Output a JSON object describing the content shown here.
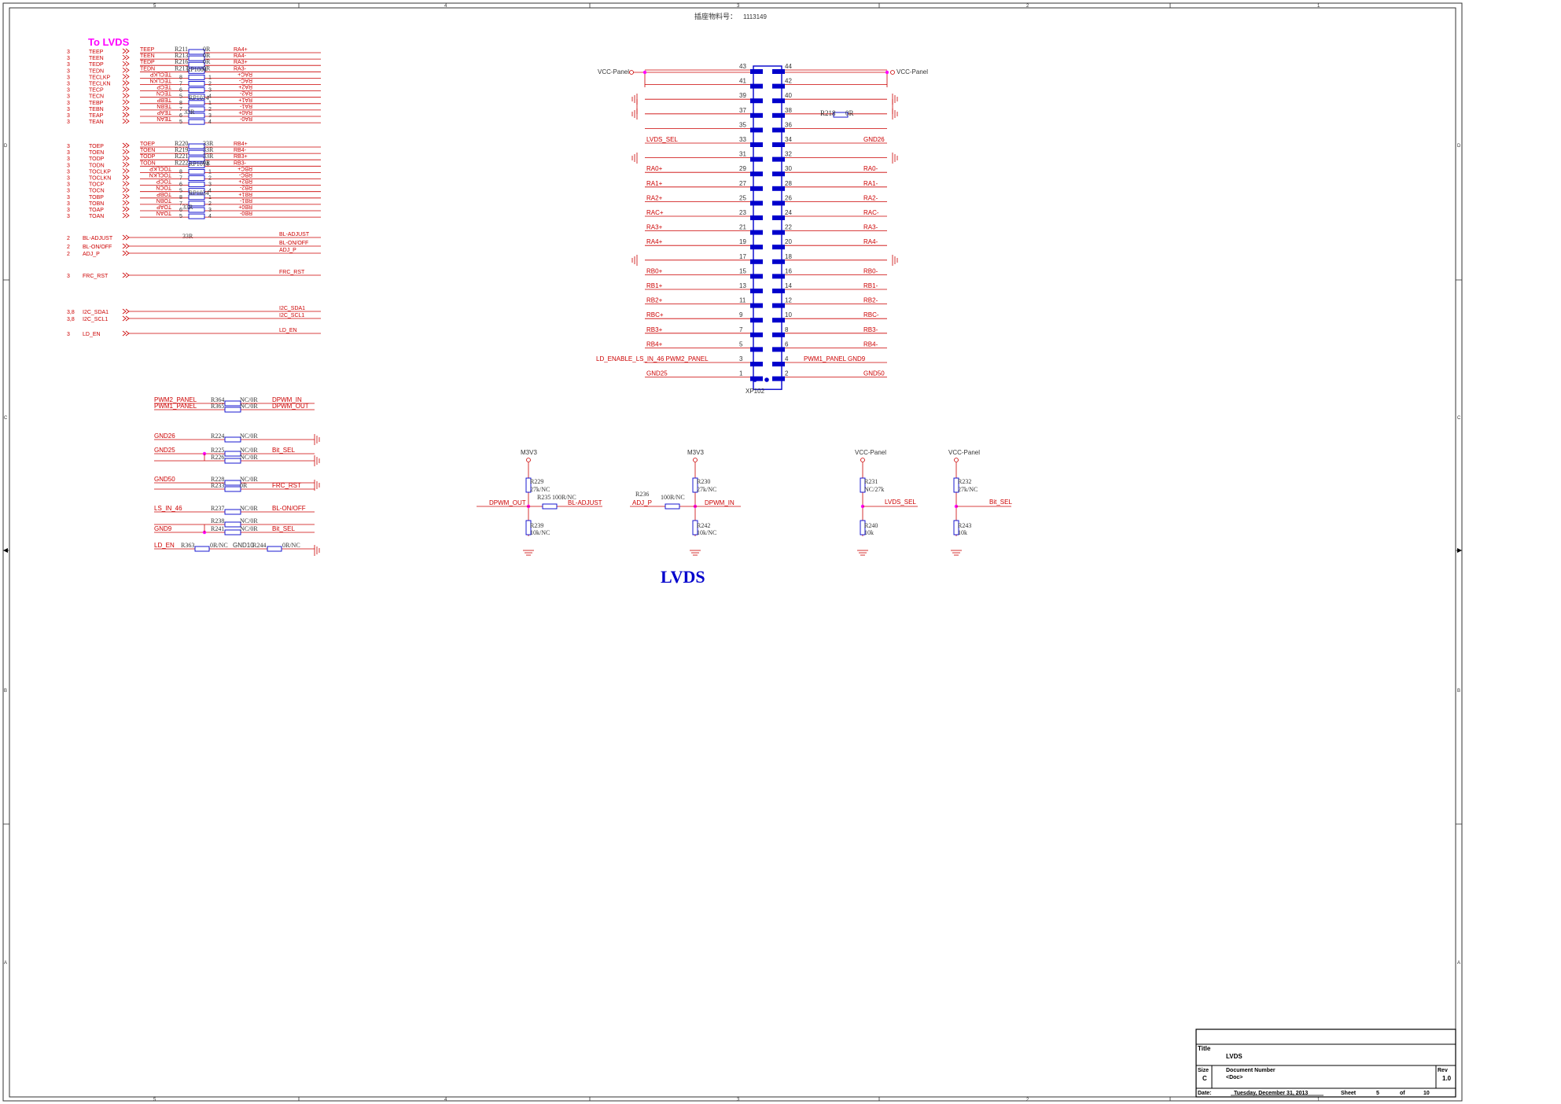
{
  "header": {
    "part_number_label": "插座物料号：",
    "part_number_value": "1113149"
  },
  "border": {
    "cols": [
      "5",
      "4",
      "3",
      "2",
      "1"
    ],
    "rows": [
      "D",
      "C",
      "B",
      "A"
    ]
  },
  "left_block": {
    "title": "To LVDS",
    "rows_a": [
      {
        "ref": "3",
        "net": "TEEP"
      },
      {
        "ref": "3",
        "net": "TEEN"
      },
      {
        "ref": "3",
        "net": "TEDP"
      },
      {
        "ref": "3",
        "net": "TEDN"
      },
      {
        "ref": "3",
        "net": "TECLKP"
      },
      {
        "ref": "3",
        "net": "TECLKN"
      },
      {
        "ref": "3",
        "net": "TECP"
      },
      {
        "ref": "3",
        "net": "TECN"
      },
      {
        "ref": "3",
        "net": "TEBP"
      },
      {
        "ref": "3",
        "net": "TEBN"
      },
      {
        "ref": "3",
        "net": "TEAP"
      },
      {
        "ref": "3",
        "net": "TEAN"
      }
    ],
    "rows_b": [
      {
        "ref": "3",
        "net": "TOEP"
      },
      {
        "ref": "3",
        "net": "TOEN"
      },
      {
        "ref": "3",
        "net": "TODP"
      },
      {
        "ref": "3",
        "net": "TODN"
      },
      {
        "ref": "3",
        "net": "TOCLKP"
      },
      {
        "ref": "3",
        "net": "TOCLKN"
      },
      {
        "ref": "3",
        "net": "TOCP"
      },
      {
        "ref": "3",
        "net": "TOCN"
      },
      {
        "ref": "3",
        "net": "TOBP"
      },
      {
        "ref": "3",
        "net": "TOBN"
      },
      {
        "ref": "3",
        "net": "TOAP"
      },
      {
        "ref": "3",
        "net": "TOAN"
      }
    ],
    "res_a": [
      {
        "net": "TEEP",
        "ref": "R211",
        "val": "0R",
        "out": "RA4+"
      },
      {
        "net": "TEEN",
        "ref": "R213",
        "val": "0R",
        "out": "RA4-"
      },
      {
        "net": "TEDP",
        "ref": "R216",
        "val": "0R",
        "out": "RA3+"
      },
      {
        "net": "TEDN",
        "ref": "R217",
        "val": "0R",
        "out": "RA3-"
      }
    ],
    "rp_a": {
      "ref": "RP1004",
      "mid": "RP1014",
      "val": "33R"
    },
    "res_b": [
      {
        "net": "TOEP",
        "ref": "R220",
        "val": "33R",
        "out": "RB4+"
      },
      {
        "net": "TOEN",
        "ref": "R219",
        "val": "33R",
        "out": "RB4-"
      },
      {
        "net": "TODP",
        "ref": "R221",
        "val": "33R",
        "out": "RB3+"
      },
      {
        "net": "TODN",
        "ref": "R222",
        "val": "0R",
        "out": "RB3-"
      }
    ],
    "rp_b": {
      "ref": "RP1014",
      "mid": "RP1034"
    },
    "flipped_a": [
      "TECLKP",
      "TECLKN",
      "TECP",
      "TECN",
      "TEBP",
      "TEBN",
      "TEAP",
      "TEAN"
    ],
    "flipped_out_a": [
      "RAC+",
      "RAC-",
      "RA2+",
      "RA2-",
      "RA1+",
      "RA1-",
      "RA0+",
      "RA0-"
    ],
    "flipped_b": [
      "TOCLKP",
      "TOCLKN",
      "TOCP",
      "TOCN",
      "TOBP",
      "TOBN",
      "TOAP",
      "TOAN"
    ],
    "flipped_out_b": [
      "RBC+",
      "RBC-",
      "RB2+",
      "RB2-",
      "RB1+",
      "RB1-",
      "RB0+",
      "RB0-"
    ],
    "rp_pins_left": [
      "8",
      "7",
      "6",
      "5",
      "8",
      "7",
      "6",
      "5"
    ],
    "rp_pins_right": [
      "1",
      "2",
      "3",
      "4",
      "1",
      "2",
      "3",
      "4"
    ],
    "misc": [
      {
        "ref": "2",
        "net": "BL-ADJUST",
        "out": "BL-ADJUST"
      },
      {
        "ref": "2",
        "net": "BL-ON/OFF",
        "out": "BL-ON/OFF"
      },
      {
        "ref": "2",
        "net": "ADJ_P",
        "out": "ADJ_P"
      },
      {
        "ref": "3",
        "net": "FRC_RST",
        "out": "FRC_RST"
      },
      {
        "ref": "3,8",
        "net": "I2C_SDA1",
        "out": "I2C_SDA1"
      },
      {
        "ref": "3,8",
        "net": "I2C_SCL1",
        "out": "I2C_SCL1"
      },
      {
        "ref": "3",
        "net": "LD_EN",
        "out": "LD_EN"
      }
    ],
    "rp_val": "33R",
    "stray_val": "33R"
  },
  "connector": {
    "ref": "XP102",
    "vcc_left": "VCC-Panel",
    "vcc_right": "VCC-Panel",
    "r218": {
      "ref": "R218",
      "val": "0R"
    },
    "pins": [
      {
        "l": "43",
        "r": "44",
        "ln": "",
        "rn": ""
      },
      {
        "l": "41",
        "r": "42",
        "ln": "",
        "rn": ""
      },
      {
        "l": "39",
        "r": "40",
        "ln": "",
        "rn": ""
      },
      {
        "l": "37",
        "r": "38",
        "ln": "",
        "rn": ""
      },
      {
        "l": "35",
        "r": "36",
        "ln": "",
        "rn": ""
      },
      {
        "l": "33",
        "r": "34",
        "ln": "LVDS_SEL",
        "rn": "GND26"
      },
      {
        "l": "31",
        "r": "32",
        "ln": "",
        "rn": ""
      },
      {
        "l": "29",
        "r": "30",
        "ln": "RA0+",
        "rn": "RA0-"
      },
      {
        "l": "27",
        "r": "28",
        "ln": "RA1+",
        "rn": "RA1-"
      },
      {
        "l": "25",
        "r": "26",
        "ln": "RA2+",
        "rn": "RA2-"
      },
      {
        "l": "23",
        "r": "24",
        "ln": "RAC+",
        "rn": "RAC-"
      },
      {
        "l": "21",
        "r": "22",
        "ln": "RA3+",
        "rn": "RA3-"
      },
      {
        "l": "19",
        "r": "20",
        "ln": "RA4+",
        "rn": "RA4-"
      },
      {
        "l": "17",
        "r": "18",
        "ln": "",
        "rn": ""
      },
      {
        "l": "15",
        "r": "16",
        "ln": "RB0+",
        "rn": "RB0-"
      },
      {
        "l": "13",
        "r": "14",
        "ln": "RB1+",
        "rn": "RB1-"
      },
      {
        "l": "11",
        "r": "12",
        "ln": "RB2+",
        "rn": "RB2-"
      },
      {
        "l": "9",
        "r": "10",
        "ln": "RBC+",
        "rn": "RBC-"
      },
      {
        "l": "7",
        "r": "8",
        "ln": "RB3+",
        "rn": "RB3-"
      },
      {
        "l": "5",
        "r": "6",
        "ln": "RB4+",
        "rn": "RB4-"
      },
      {
        "l": "3",
        "r": "4",
        "ln": "LD_ENABLE_LS_IN_46 PWM2_PANEL",
        "rn": "PWM1_PANEL GND9"
      },
      {
        "l": "1",
        "r": "2",
        "ln": "GND25",
        "rn": "GND50"
      }
    ]
  },
  "lower_left": [
    {
      "net": "PWM2_PANEL",
      "ref": "R364",
      "val": "NC/0R",
      "out": "DPWM_IN"
    },
    {
      "net": "PWM1_PANEL",
      "ref": "R365",
      "val": "NC/0R",
      "out": "DPWM_OUT"
    },
    {
      "net": "GND26",
      "ref": "R224",
      "val": "NC/0R",
      "out": ""
    },
    {
      "net": "GND25",
      "ref": "R225",
      "val": "NC/0R",
      "out": "Bit_SEL"
    },
    {
      "net": "",
      "ref": "R226",
      "val": "NC/0R",
      "out": ""
    },
    {
      "net": "GND50",
      "ref": "R228",
      "val": "NC/0R",
      "out": ""
    },
    {
      "net": "",
      "ref": "R233",
      "val": "0R",
      "out": "FRC_RST"
    },
    {
      "net": "LS_IN_46",
      "ref": "R237",
      "val": "NC/0R",
      "out": "BL-ON/OFF"
    },
    {
      "net": "",
      "ref": "R238",
      "val": "NC/0R",
      "out": ""
    },
    {
      "net": "GND9",
      "ref": "R241",
      "val": "NC/0R",
      "out": "Bit_SEL"
    }
  ],
  "ld_row": {
    "net": "LD_EN",
    "ref1": "R363",
    "val1": "0R/NC",
    "mid": "GND10",
    "ref2": "R244",
    "val2": "0R/NC"
  },
  "dividers": [
    {
      "rail": "M3V3",
      "top_ref": "R229",
      "top_val": "27k/NC",
      "bot_ref": "R239",
      "bot_val": "10k/NC",
      "left": "DPWM_OUT",
      "series_ref": "R235",
      "series_val": "100R/NC",
      "right": "BL-ADJUST"
    },
    {
      "rail": "M3V3",
      "top_ref": "R230",
      "top_val": "27k/NC",
      "bot_ref": "R242",
      "bot_val": "10k/NC",
      "left": "ADJ_P",
      "series_ref": "R236",
      "series_val": "100R/NC",
      "right": "DPWM_IN"
    },
    {
      "rail": "VCC-Panel",
      "top_ref": "R231",
      "top_val": "NC/27k",
      "bot_ref": "R240",
      "bot_val": "10k",
      "left": "",
      "series_ref": "",
      "series_val": "",
      "right": "LVDS_SEL"
    },
    {
      "rail": "VCC-Panel",
      "top_ref": "R232",
      "top_val": "27k/NC",
      "bot_ref": "R243",
      "bot_val": "10k",
      "left": "",
      "series_ref": "",
      "series_val": "",
      "right": "Bit_SEL"
    }
  ],
  "big_label": "LVDS",
  "title_block": {
    "title_label": "Title",
    "title": "LVDS",
    "size_label": "Size",
    "size": "C",
    "docnum_label": "Document Number",
    "docnum": "<Doc>",
    "rev_label": "Rev",
    "rev": "1.0",
    "date_label": "Date:",
    "date": "Tuesday, December 31, 2013",
    "sheet_label": "Sheet",
    "sheet": "5",
    "of_label": "of",
    "of": "10"
  }
}
